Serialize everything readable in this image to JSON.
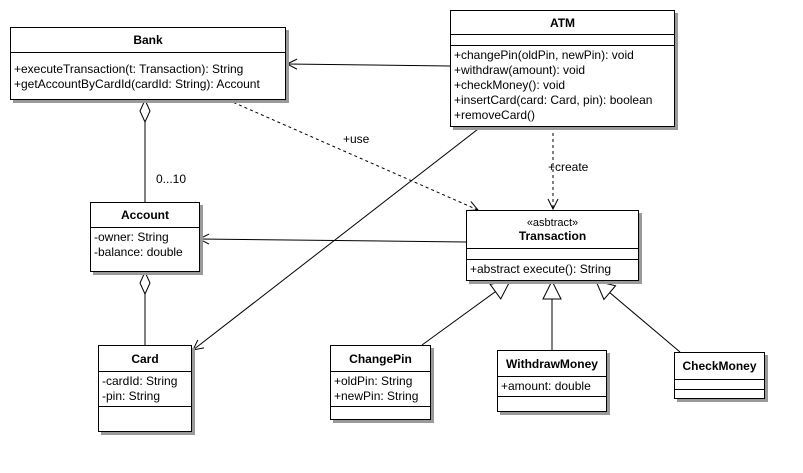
{
  "diagram": {
    "classes": {
      "bank": {
        "name": "Bank",
        "attributes": [],
        "methods": [
          "+executeTransaction(t: Transaction): String",
          "+getAccountByCardId(cardId: String): Account"
        ]
      },
      "atm": {
        "name": "ATM",
        "attributes": [],
        "methods": [
          "+changePin(oldPin, newPin): void",
          "+withdraw(amount): void",
          "+checkMoney(): void",
          "+insertCard(card: Card, pin): boolean",
          "+removeCard()"
        ]
      },
      "account": {
        "name": "Account",
        "attributes": [
          "-owner: String",
          "-balance: double"
        ],
        "methods": []
      },
      "transaction": {
        "stereotype": "«asbtract»",
        "name": "Transaction",
        "attributes": [],
        "methods": [
          "+abstract execute(): String"
        ]
      },
      "card": {
        "name": "Card",
        "attributes": [
          "-cardId: String",
          "-pin: String"
        ],
        "methods": []
      },
      "changepin": {
        "name": "ChangePin",
        "attributes": [
          "+oldPin: String",
          "+newPin: String"
        ],
        "methods": []
      },
      "withdrawmoney": {
        "name": "WithdrawMoney",
        "attributes": [
          "+amount: double"
        ],
        "methods": []
      },
      "checkmoney": {
        "name": "CheckMoney",
        "attributes": [],
        "methods": []
      }
    },
    "labels": {
      "use": "+use",
      "create": "+create",
      "multiplicity": "0...10"
    }
  }
}
